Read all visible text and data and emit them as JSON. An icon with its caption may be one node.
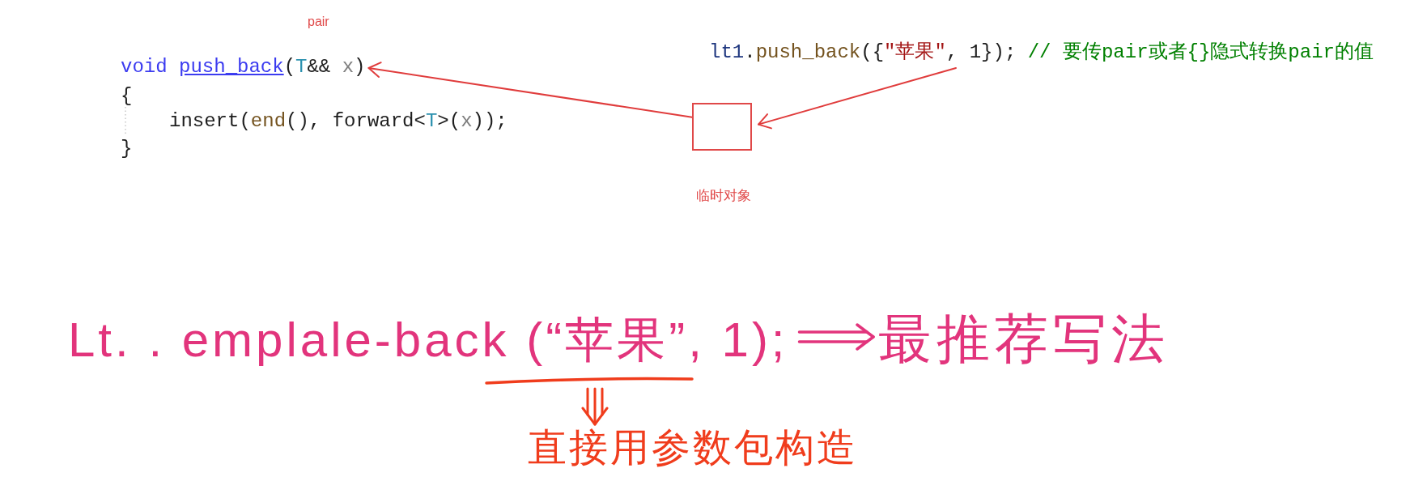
{
  "diagram": {
    "nodes": [
      {
        "text": [
          "void push_back(T&& x)"
        ]
      },
      {
        "text": [
          "lt1.push_back({\"苹果\", 1}); // 要传pair或者{}隐式转换pair的值"
        ]
      },
      {
        "text": [],
        "shape": "box",
        "beside": [
          "临时对象"
        ]
      },
      {
        "text": [
          "Lt. . emplale-back (“苹果”, 1);"
        ]
      },
      {
        "text": [
          "最推荐写法"
        ]
      },
      {
        "text": [
          "直接用参数包构造"
        ]
      }
    ],
    "edges": [
      {
        "from": 2,
        "to": 0,
        "arrow": "to"
      },
      {
        "from": 1,
        "to": 2,
        "arrow": "to"
      },
      {
        "from": 3,
        "to": 4,
        "arrow": "to",
        "color": "#e2347c"
      },
      {
        "from": 3,
        "to": 5,
        "arrow": "to",
        "color": "#f03c1c"
      }
    ],
    "labels": [
      "pair",
      "{",
      "insert(end(), forward<T>(x));",
      "}"
    ]
  }
}
